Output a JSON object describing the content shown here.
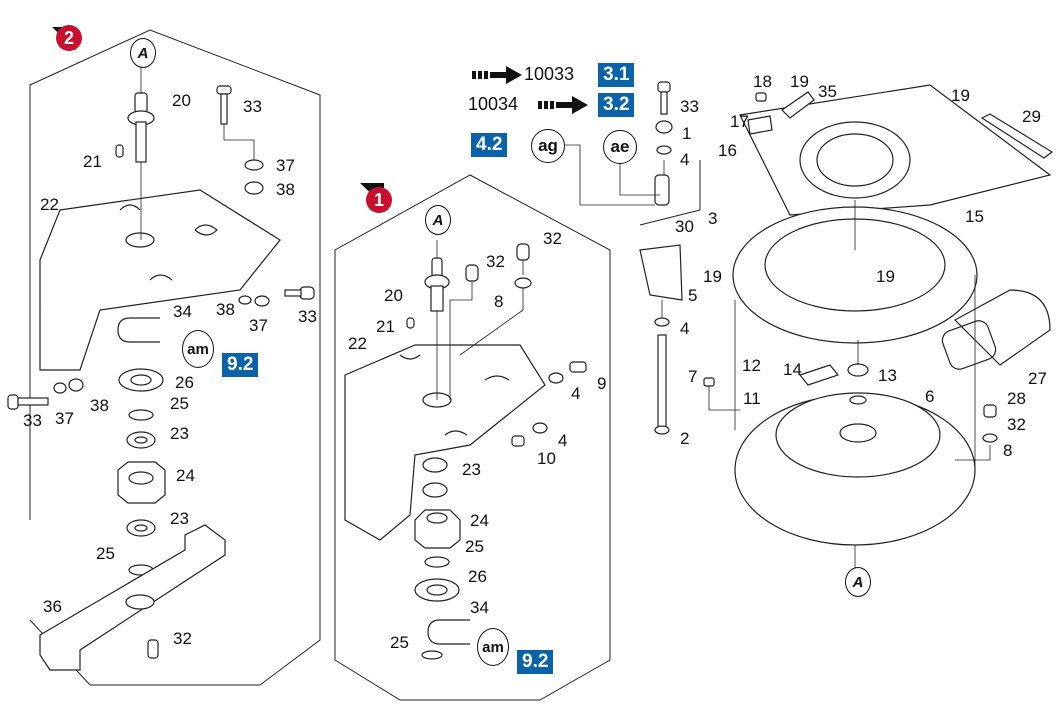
{
  "sections": [
    {
      "badge": "2"
    },
    {
      "badge": "1"
    }
  ],
  "legend": {
    "row1": {
      "serial": "10033",
      "ref": "3.1"
    },
    "row2": {
      "serial": "10034",
      "ref": "3.2"
    }
  },
  "detail_markers": {
    "A_top_left": "A",
    "A_top_mid": "A",
    "A_bottom_right": "A",
    "ag": "ag",
    "ae": "ae",
    "am_left": "am",
    "am_mid": "am"
  },
  "refs": {
    "ref_9_2_left": "9.2",
    "ref_9_2_mid": "9.2",
    "ref_4_2": "4.2"
  },
  "callouts": {
    "left": [
      "20",
      "33",
      "21",
      "37",
      "38",
      "22",
      "38",
      "37",
      "33",
      "34",
      "26",
      "33",
      "37",
      "38",
      "25",
      "23",
      "24",
      "23",
      "25",
      "36",
      "32"
    ],
    "middle": [
      "32",
      "32",
      "20",
      "8",
      "21",
      "22",
      "9",
      "4",
      "4",
      "10",
      "23",
      "24",
      "25",
      "26",
      "34",
      "25"
    ],
    "right": [
      "33",
      "1",
      "4",
      "30",
      "3",
      "19",
      "5",
      "4",
      "2",
      "18",
      "19",
      "35",
      "19",
      "29",
      "17",
      "16",
      "15",
      "19",
      "12",
      "14",
      "13",
      "6",
      "11",
      "7",
      "27",
      "28",
      "32",
      "8"
    ]
  },
  "colors": {
    "ref_blue": "#0a63a8",
    "badge_red": "#c8102e",
    "line": "#222222"
  }
}
